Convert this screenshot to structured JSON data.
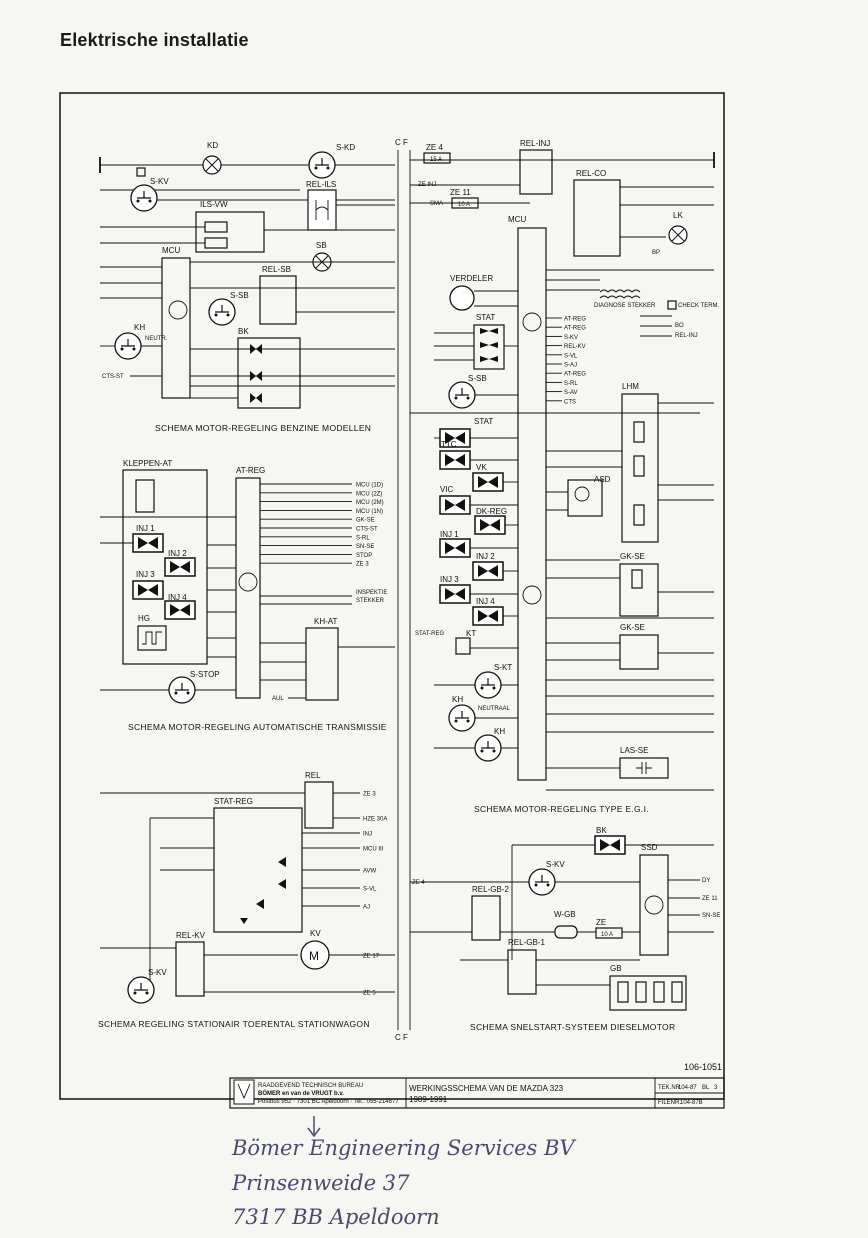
{
  "page_title": "Elektrische installatie",
  "doc_number": "106-1051",
  "cf_label": "C F",
  "schemas": {
    "benzine": "SCHEMA MOTOR-REGELING BENZINE MODELLEN",
    "automatic": "SCHEMA MOTOR-REGELING AUTOMATISCHE TRANSMISSIE",
    "stationair": "SCHEMA REGELING STATIONAIR TOERENTAL STATIONWAGON",
    "egi": "SCHEMA MOTOR-REGELING TYPE E.G.I.",
    "snelstart": "SCHEMA SNELSTART-SYSTEEM DIESELMOTOR"
  },
  "components": {
    "kd": "KD",
    "skd": "S-KD",
    "skv": "S-KV",
    "relils": "REL-ILS",
    "ilsvw": "ILS-VW",
    "sb": "SB",
    "mcu": "MCU",
    "relsb": "REL-SB",
    "ssb": "S-SB",
    "kh": "KH",
    "bk": "BK",
    "ctsst": "CTS-ST",
    "kleppenat": "KLEPPEN-AT",
    "atreg": "AT-REG",
    "inj1": "INJ 1",
    "inj2": "INJ 2",
    "inj3": "INJ 3",
    "inj4": "INJ 4",
    "hg": "HG",
    "sstop": "S-STOP",
    "khat": "KH-AT",
    "aul": "AUL",
    "rel": "REL",
    "statreg": "STAT-REG",
    "relkv": "REL-KV",
    "kv": "KV",
    "ze4": "ZE 4",
    "ze11": "ZE 11",
    "relinj": "REL-INJ",
    "relco": "REL-CO",
    "lk": "LK",
    "verdeler": "VERDELER",
    "stat": "STAT",
    "diagnose": "DIAGNOSE STEKKER",
    "checkterm": "CHECK TERM.",
    "lhm": "LHM",
    "ttc": "TTC",
    "vk": "VK",
    "vic": "VIC",
    "dkreg": "DK-REG",
    "asd": "ASD",
    "gkse": "GK-SE",
    "kt": "KT",
    "skt": "S-KT",
    "neutraal": "NEUTRAAL",
    "lasse": "LAS-SE",
    "relgb2": "REL-GB-2",
    "wgb": "W-GB",
    "ze": "ZE",
    "relgb1": "REL-GB-1",
    "ssd": "SSD",
    "gb": "GB",
    "statreg_line": "STAT-REG",
    "ze4_fuse": "15 A",
    "ze11_fuse": "10 A",
    "ze_fuse": "10 A",
    "neutr": "NEUTR.",
    "sma": "SMA",
    "ze_inj": "ZE INJ",
    "bp": "BP",
    "inspectie": "INSPEKTIE",
    "stekker": "STEKKER"
  },
  "atreg_outputs": [
    "MCU (1D)",
    "MCU (2Z)",
    "MCU (2M)",
    "MCU (1N)",
    "GK-SE",
    "CTS-ST",
    "S-RL",
    "SN-SE",
    "STOP",
    "ZE 3"
  ],
  "stationair_outputs": [
    "ZE 3",
    "HZE 30A",
    "INJ",
    "MCU III",
    "AVW",
    "S-VL",
    "AJ",
    "ZE 17",
    "ZE 5"
  ],
  "diag_pins": [
    "AT-REG",
    "AT-REG",
    "S-KV",
    "REL-KV",
    "S-VL",
    "S-AJ",
    "AT-REG",
    "S-RL",
    "S-AV",
    "CTS"
  ],
  "diag_right": [
    "BO",
    "REL-INJ"
  ],
  "ssd_outputs": [
    "DY",
    "ZE 11",
    "SN-SE"
  ],
  "title_block": {
    "company_line1": "RAADGEVEND TECHNISCH BUREAU",
    "company_line2": "BÖMER en van de VRUGT b.v.",
    "company_line3": "Postbus 952 · 7301 BC  Apeldoorn · Tel.: 055-214877",
    "title": "WERKINGSSCHEMA VAN DE MAZDA 323",
    "years": "1989-1991",
    "tek_nr_label": "TEK.NR.",
    "tek_nr": "104-87",
    "bl_label": "BL",
    "bl": "3",
    "filenr_label": "FILENR.",
    "filenr": "104-87B"
  },
  "handwriting": {
    "line1": "Bömer Engineering Services BV",
    "line2": "Prinsenweide 37",
    "line3": "7317 BB Apeldoorn"
  }
}
